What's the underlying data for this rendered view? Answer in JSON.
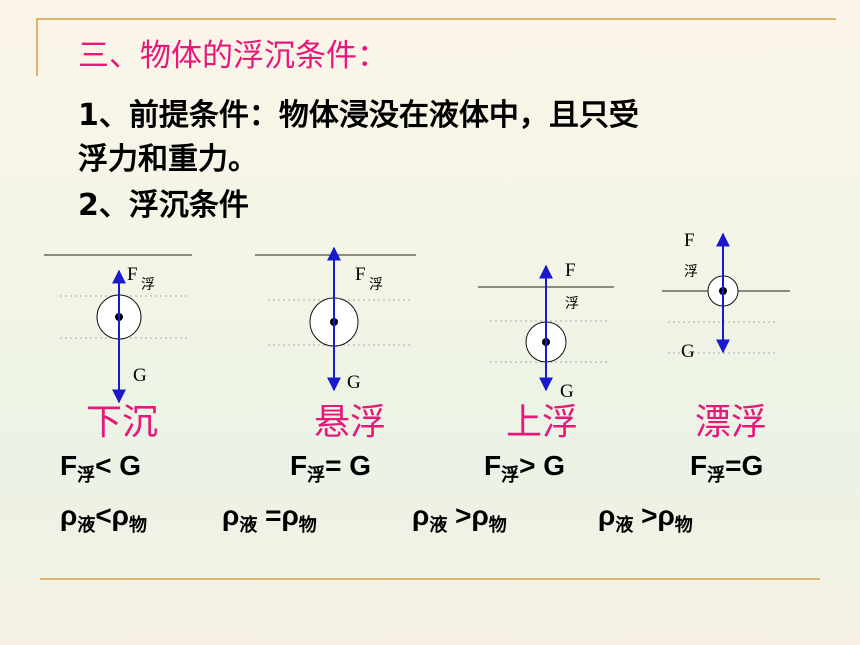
{
  "title": "三、物体的浮沉条件：",
  "line1": "1、前提条件：物体浸没在液体中，且只受",
  "line2": "浮力和重力。",
  "line3": "2、浮沉条件",
  "force_label": "F",
  "buoyancy_sub": "浮",
  "gravity_label": "G",
  "conditions": [
    {
      "name": "下沉",
      "f_rel": "< G",
      "rho_rel": "<ρ"
    },
    {
      "name": "悬浮",
      "f_rel": "= G",
      "rho_rel": " =ρ"
    },
    {
      "name": "上浮",
      "f_rel": "> G",
      "rho_rel": " >ρ"
    },
    {
      "name": "漂浮",
      "f_rel": "=G",
      "rho_rel": " >ρ"
    }
  ],
  "rho": "ρ",
  "liquid_sub": "液",
  "object_sub": "物",
  "colors": {
    "title": "#e6187a",
    "arrow": "#1a1acc",
    "rule": "#e0b26a"
  }
}
